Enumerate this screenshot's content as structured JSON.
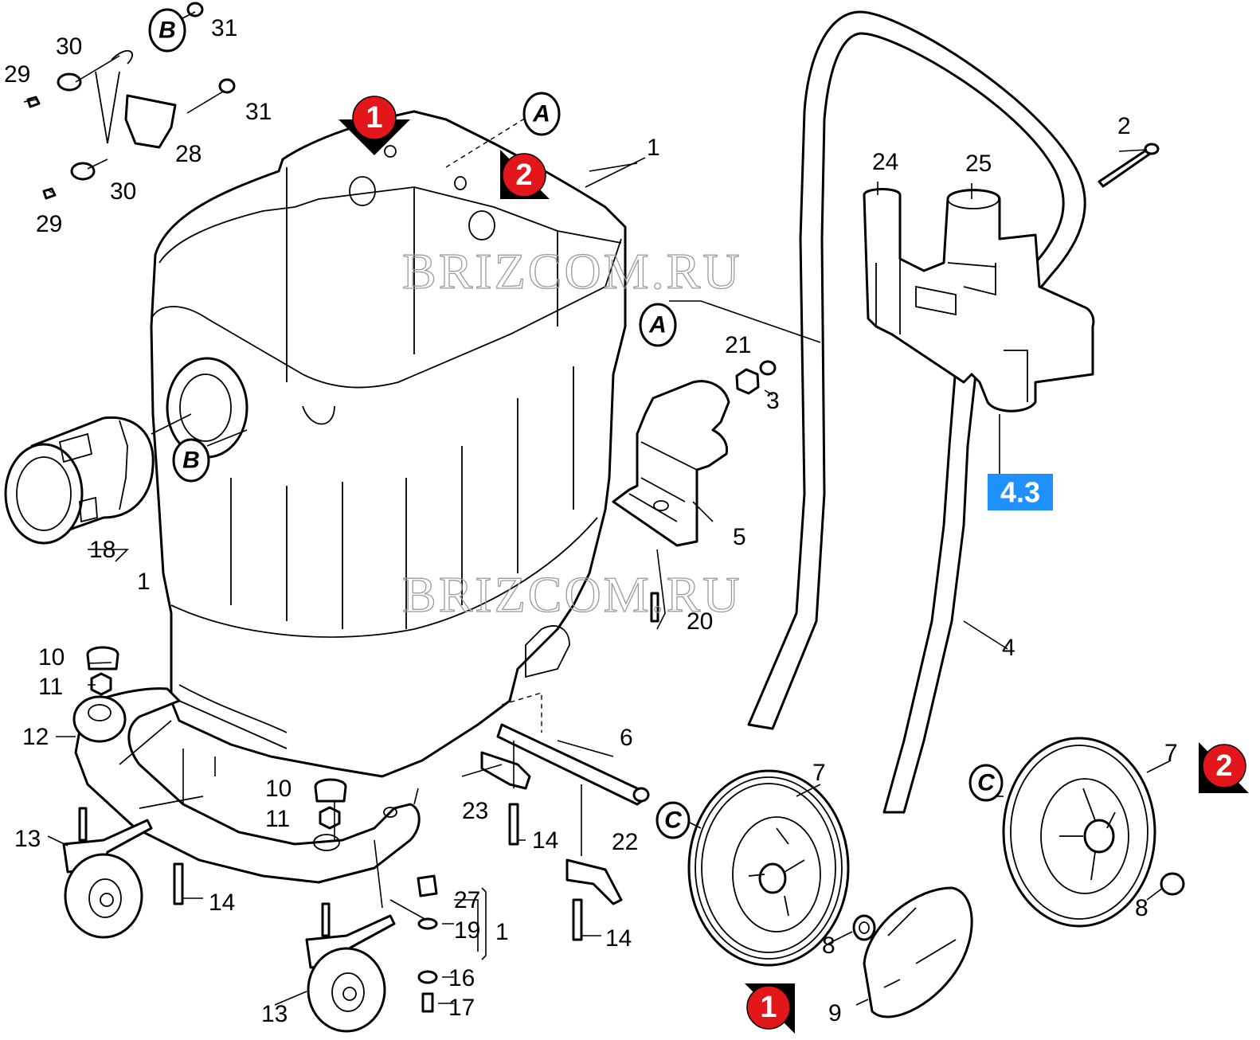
{
  "watermark": "BRIZCOM.RU",
  "reference_box": {
    "text": "4.3",
    "color": "#1e90ff"
  },
  "badge_color": "#e3161b",
  "badges": {
    "one": "1",
    "two": "2"
  },
  "connectors": {
    "a": "A",
    "b": "B",
    "c": "C"
  },
  "labels": {
    "p1": "1",
    "p2": "2",
    "p3": "3",
    "p4": "4",
    "p5": "5",
    "p6": "6",
    "p7": "7",
    "p8": "8",
    "p9": "9",
    "p10": "10",
    "p11": "11",
    "p12": "12",
    "p13": "13",
    "p14": "14",
    "p16": "16",
    "p17": "17",
    "p18": "18",
    "p19": "19",
    "p20": "20",
    "p21": "21",
    "p22": "22",
    "p23": "23",
    "p24": "24",
    "p25": "25",
    "p27": "27",
    "p28": "28",
    "p29": "29",
    "p30": "30",
    "p31": "31"
  }
}
